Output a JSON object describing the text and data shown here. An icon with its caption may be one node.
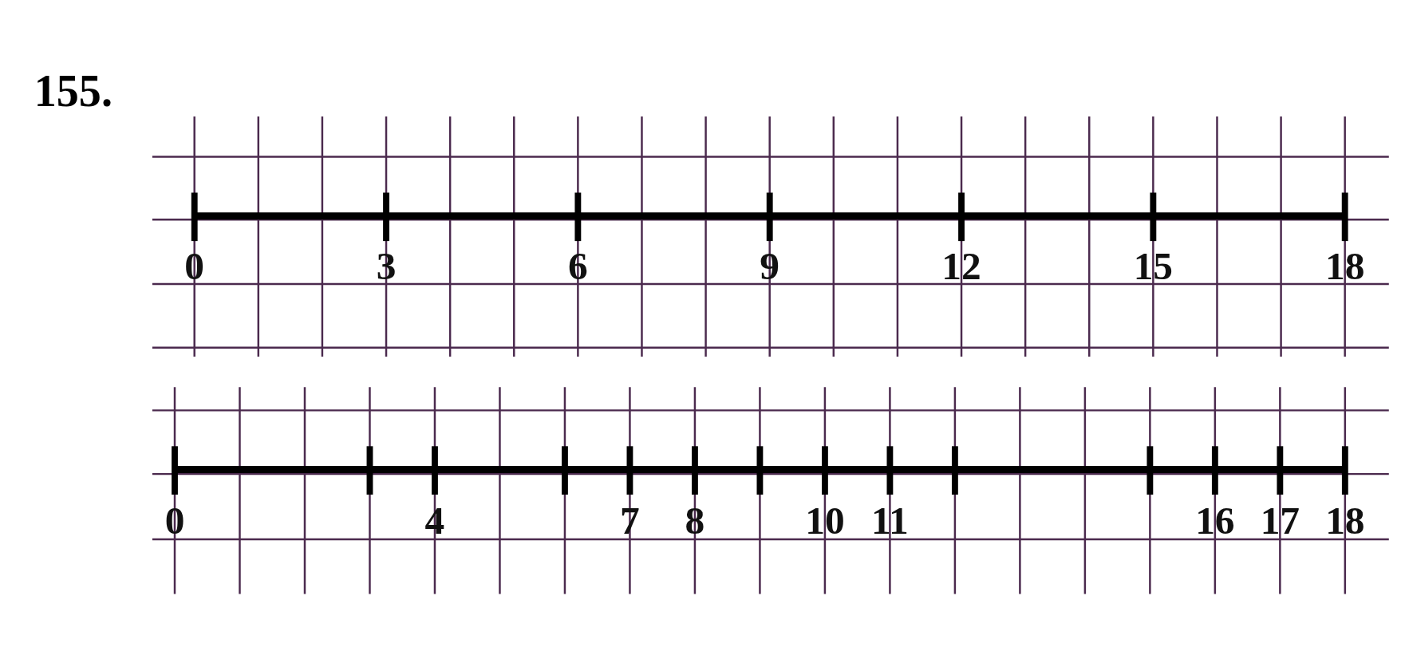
{
  "diagram": {
    "title": "155.",
    "labels": [
      "0",
      "3",
      "6",
      "9",
      "12",
      "15",
      "18",
      "0",
      "4",
      "7",
      "8",
      "10",
      "11",
      "16",
      "17",
      "18"
    ]
  }
}
